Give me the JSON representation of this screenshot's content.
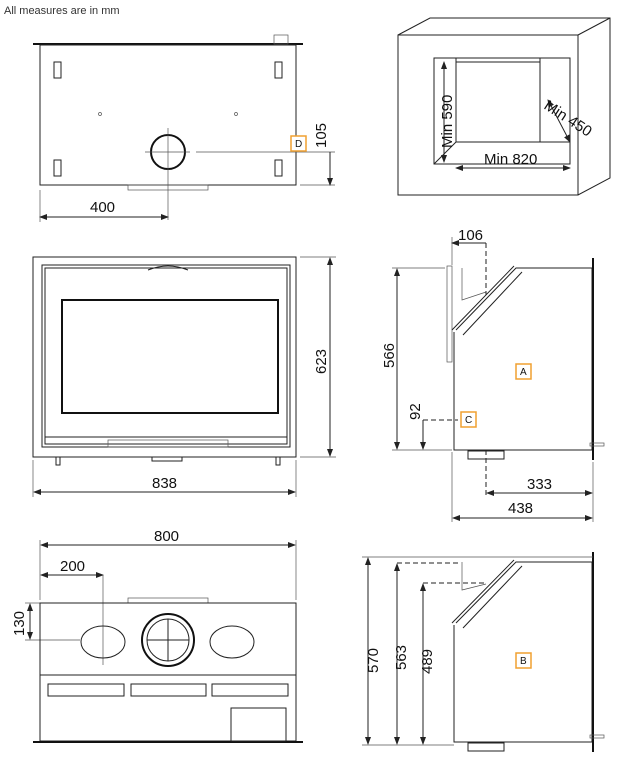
{
  "note": "All measures are in mm",
  "colors": {
    "tag_border": "#f0a030",
    "line": "#222222"
  },
  "top_view": {
    "width_offset": "400",
    "height_offset": "105",
    "tag": "D"
  },
  "niche_view": {
    "min_height": "Min 590",
    "min_depth": "Min 450",
    "min_width": "Min 820"
  },
  "front_view": {
    "height": "623",
    "width": "838"
  },
  "side_view_a": {
    "top_offset": "106",
    "height": "566",
    "low_height": "92",
    "depth_flue": "333",
    "depth": "438",
    "tag_main": "A",
    "tag_side": "C"
  },
  "back_view": {
    "width": "800",
    "hole_offset": "200",
    "hole_height": "130"
  },
  "side_view_b": {
    "total_height": "570",
    "height_2": "563",
    "height_3": "489",
    "tag": "B"
  }
}
